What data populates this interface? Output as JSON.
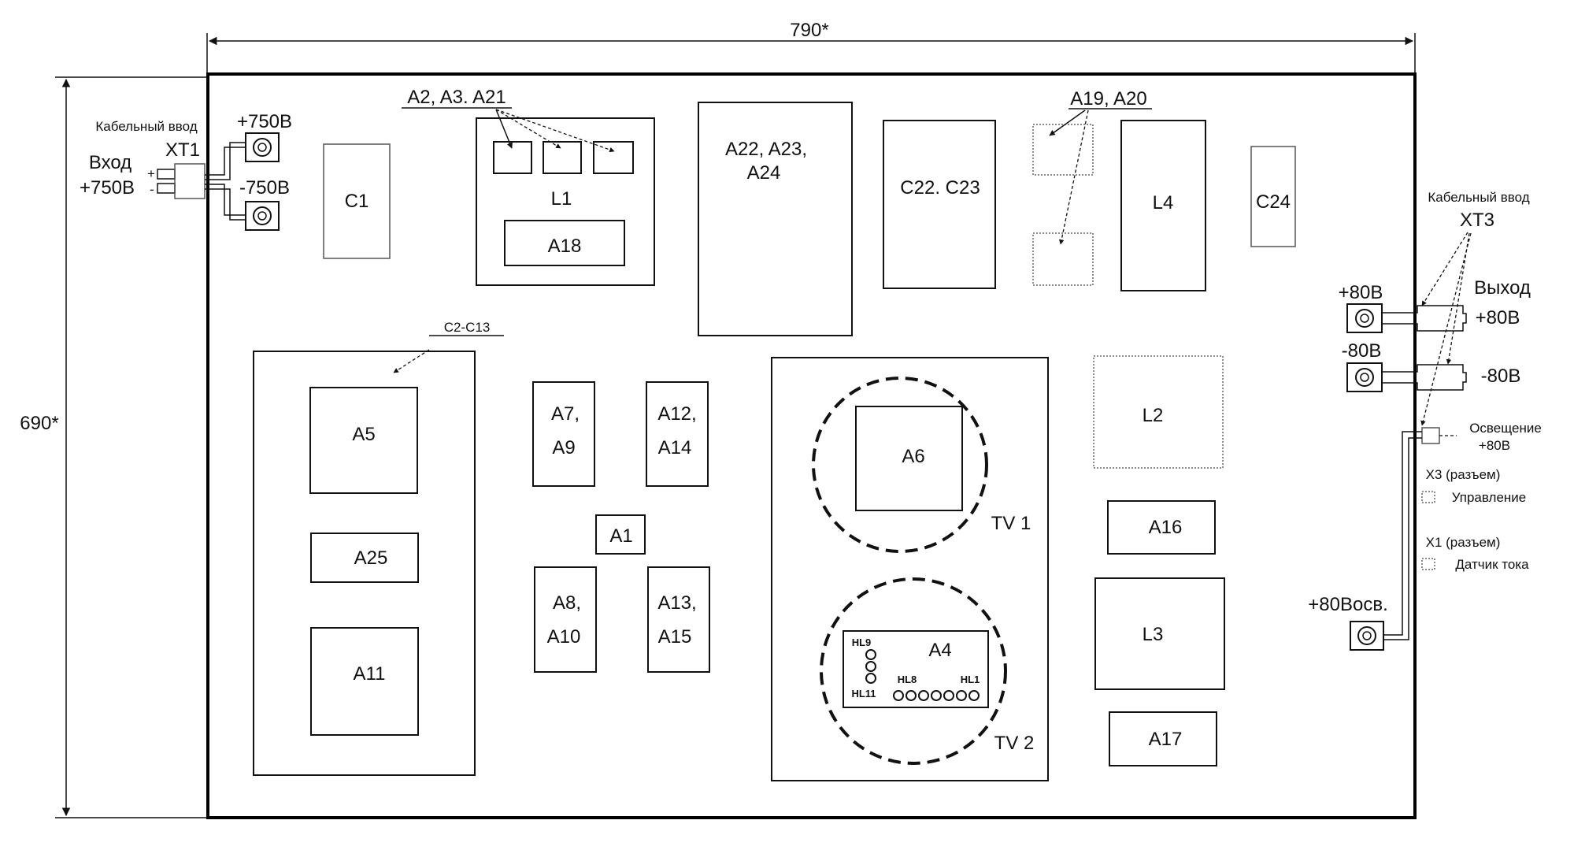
{
  "dimensions": {
    "width_label": "790*",
    "height_label": "690*"
  },
  "left_side": {
    "cable_entry": "Кабельный ввод",
    "xt1": "XT1",
    "input_label": "Вход",
    "input_voltage": "+750В",
    "plus_sign": "+",
    "minus_sign": "-",
    "terminal_pos": "+750В",
    "terminal_neg": "-750В"
  },
  "components": {
    "c1": "C1",
    "a2_a3_a21": "A2, A3. A21",
    "l1": "L1",
    "a18": "A18",
    "a22_line1": "A22, A23,",
    "a22_line2": "A24",
    "c22_c23": "C22. C23",
    "a19_a20": "A19, A20",
    "l4": "L4",
    "c24": "C24",
    "c2_c13": "C2-C13",
    "a5": "A5",
    "a25": "A25",
    "a11": "A11",
    "a7_line1": "A7,",
    "a7_line2": "A9",
    "a12_line1": "A12,",
    "a12_line2": "A14",
    "a1": "A1",
    "a8_line1": "A8,",
    "a8_line2": "A10",
    "a13_line1": "A13,",
    "a13_line2": "A15",
    "a6": "A6",
    "tv1": "TV 1",
    "a4": "A4",
    "tv2": "TV 2",
    "hl9": "HL9",
    "hl11": "HL11",
    "hl8": "HL8",
    "hl1": "HL1",
    "l2": "L2",
    "a16": "A16",
    "l3": "L3",
    "a17": "A17"
  },
  "right_side": {
    "cable_entry": "Кабельный ввод",
    "xt3": "XT3",
    "output_label": "Выход",
    "terminal_pos": "+80В",
    "output_pos": "+80В",
    "terminal_neg": "-80В",
    "output_neg": "-80В",
    "lighting_line1": "Освещение",
    "lighting_line2": "+80В",
    "x3": "X3 (разъем)",
    "control": "Управление",
    "x1": "X1 (разъем)",
    "current_sensor": "Датчик тока",
    "lighting_terminal": "+80Восв."
  }
}
